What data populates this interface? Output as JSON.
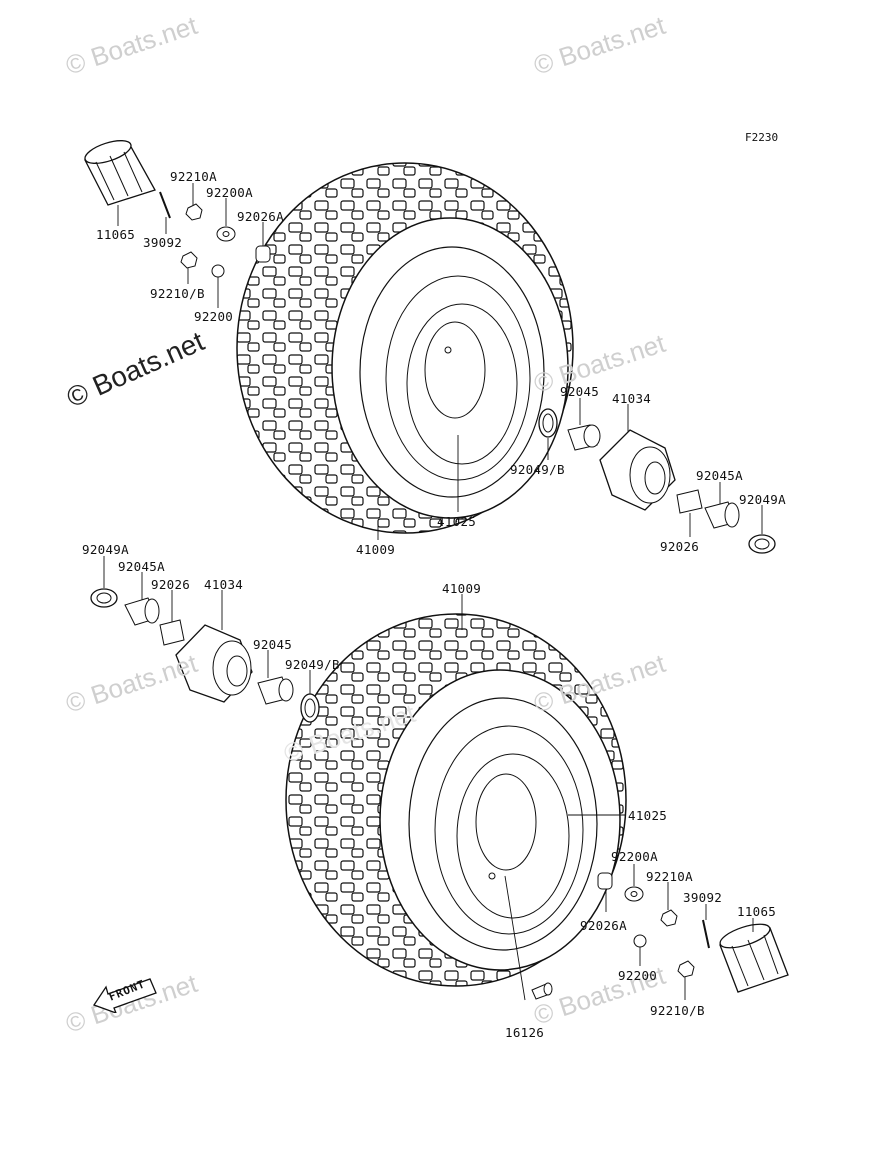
{
  "figure_code": "F2230",
  "watermarks": [
    "© Boats.net",
    "© Boats.net",
    "© Boats.net",
    "© Boats.net",
    "© Boats.net",
    "© Boats.net",
    "© Boats.net",
    "© Boats.net",
    "© Boats.net"
  ],
  "front_indicator": "FRONT",
  "top_assembly": {
    "labels": {
      "p11065": "11065",
      "p39092": "39092",
      "p92210a": "92210A",
      "p92200a": "92200A",
      "p92026a": "92026A",
      "p92210b": "92210/B",
      "p92200": "92200",
      "p92045": "92045",
      "p41034": "41034",
      "p92049b": "92049/B",
      "p92045a": "92045A",
      "p92049a": "92049A",
      "p92026": "92026",
      "p41025": "41025",
      "p41009": "41009"
    }
  },
  "bottom_assembly": {
    "labels": {
      "p92049a": "92049A",
      "p92045a": "92045A",
      "p92026": "92026",
      "p41034": "41034",
      "p92045": "92045",
      "p92049b": "92049/B",
      "p41009": "41009",
      "p41025": "41025",
      "p92200a": "92200A",
      "p92210a": "92210A",
      "p39092": "39092",
      "p11065": "11065",
      "p92026a": "92026A",
      "p92200": "92200",
      "p92210b": "92210/B",
      "p16126": "16126"
    }
  }
}
